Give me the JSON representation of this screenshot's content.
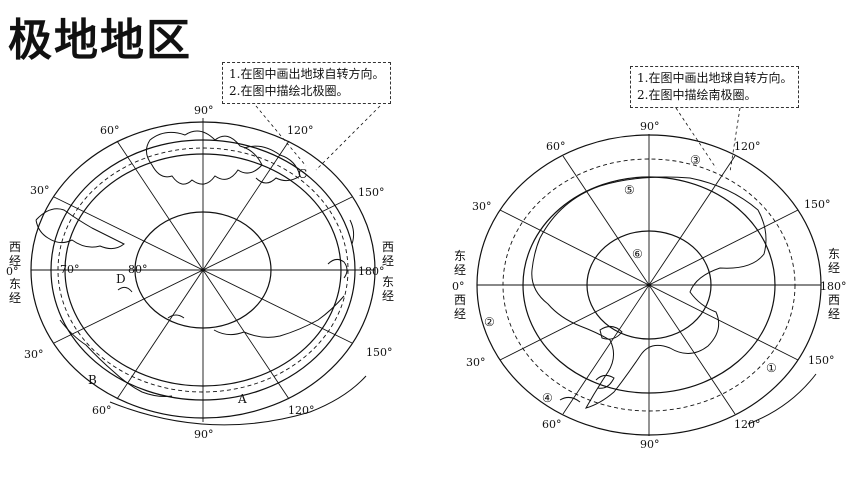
{
  "title": "极地地区",
  "left_map": {
    "tasks": [
      "1.在图中画出地球自转方向。",
      "2.在图中描绘北极圈。"
    ],
    "degree_labels": {
      "t90": "90°",
      "t60": "60°",
      "t120": "120°",
      "t30": "30°",
      "t150": "150°",
      "b90": "90°",
      "b60": "60°",
      "b120": "120°",
      "b30": "30°",
      "b150": "150°",
      "lat70": "70°",
      "lat80": "80°",
      "zero": "0°",
      "deg180": "180°"
    },
    "side_left": [
      "西",
      "经",
      "东",
      "经"
    ],
    "side_right": [
      "西",
      "经",
      "东",
      "经"
    ],
    "points": {
      "A": "A",
      "B": "B",
      "C": "C",
      "D": "D"
    }
  },
  "right_map": {
    "tasks": [
      "1.在图中画出地球自转方向。",
      "2.在图中描绘南极圈。"
    ],
    "degree_labels": {
      "t90": "90°",
      "t60": "60°",
      "t120": "120°",
      "t30": "30°",
      "t150": "150°",
      "b90": "90°",
      "b60": "60°",
      "b120": "120°",
      "b30": "30°",
      "b150": "150°",
      "zero": "0°",
      "deg180": "180°"
    },
    "side_left": [
      "东",
      "经",
      "西",
      "经"
    ],
    "side_right": [
      "东",
      "经",
      "西",
      "经"
    ],
    "numbers": [
      "①",
      "②",
      "③",
      "④",
      "⑤",
      "⑥"
    ]
  }
}
